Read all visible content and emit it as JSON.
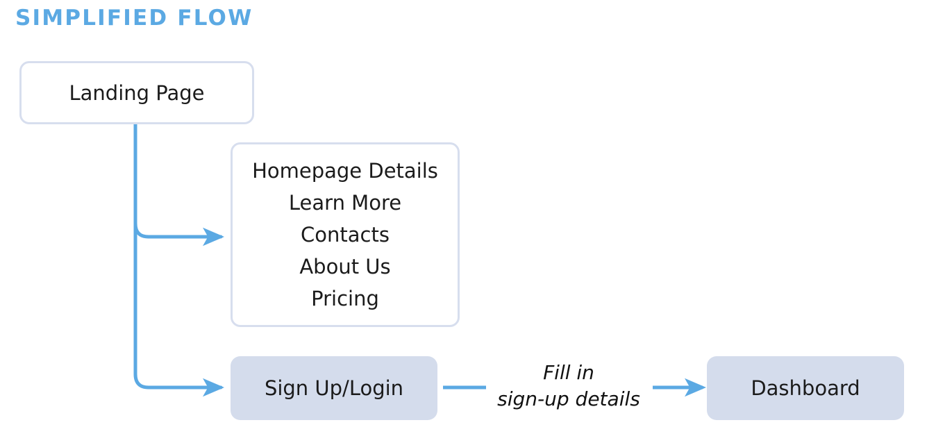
{
  "title": "SIMPLIFIED FLOW",
  "colors": {
    "title": "#5ba9e3",
    "connector": "#5ba9e3",
    "node_border": "#d7deee",
    "node_fill": "#d4dcec",
    "node_text": "#1b1b1b",
    "background": "#ffffff"
  },
  "nodes": {
    "landing_page": {
      "label": "Landing Page",
      "style": "outline"
    },
    "homepage_details": {
      "style": "outline",
      "lines": [
        "Homepage Details",
        "Learn More",
        "Contacts",
        "About Us",
        "Pricing"
      ]
    },
    "signup_login": {
      "label": "Sign Up/Login",
      "style": "filled"
    },
    "dashboard": {
      "label": "Dashboard",
      "style": "filled"
    }
  },
  "edges": {
    "landing_to_homepage": {
      "label": "",
      "arrow": true
    },
    "landing_to_signup": {
      "label": "",
      "arrow": true
    },
    "signup_to_dashboard": {
      "label_line1": "Fill in",
      "label_line2": "sign-up details",
      "arrow": true
    }
  }
}
